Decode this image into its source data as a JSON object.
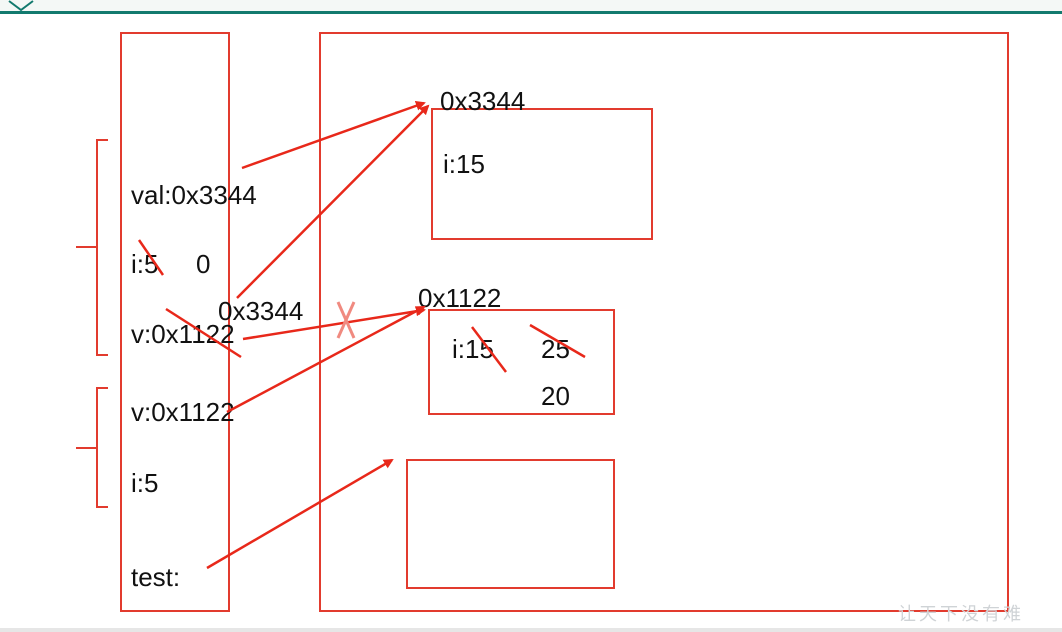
{
  "stack": {
    "labels": {
      "val": "val:0x3344",
      "i_main": "i:5",
      "i_main_new": "0",
      "v_main": "v:0x1122",
      "v_main_new": "0x3344",
      "v_param": "v:0x1122",
      "i_param": "i:5",
      "test": "test:"
    }
  },
  "heap": {
    "obj1": {
      "address": "0x3344",
      "field": "i:15"
    },
    "obj2": {
      "address": "0x1122",
      "field": "i:15",
      "value2": "25",
      "value3": "20"
    },
    "obj3": {}
  },
  "marks": {
    "cross_icon": "x-mark-icon"
  },
  "watermark": "让天下没有难",
  "colors": {
    "arrow": "#e8281a",
    "box": "#e23b2e",
    "teal": "#127a6e"
  }
}
